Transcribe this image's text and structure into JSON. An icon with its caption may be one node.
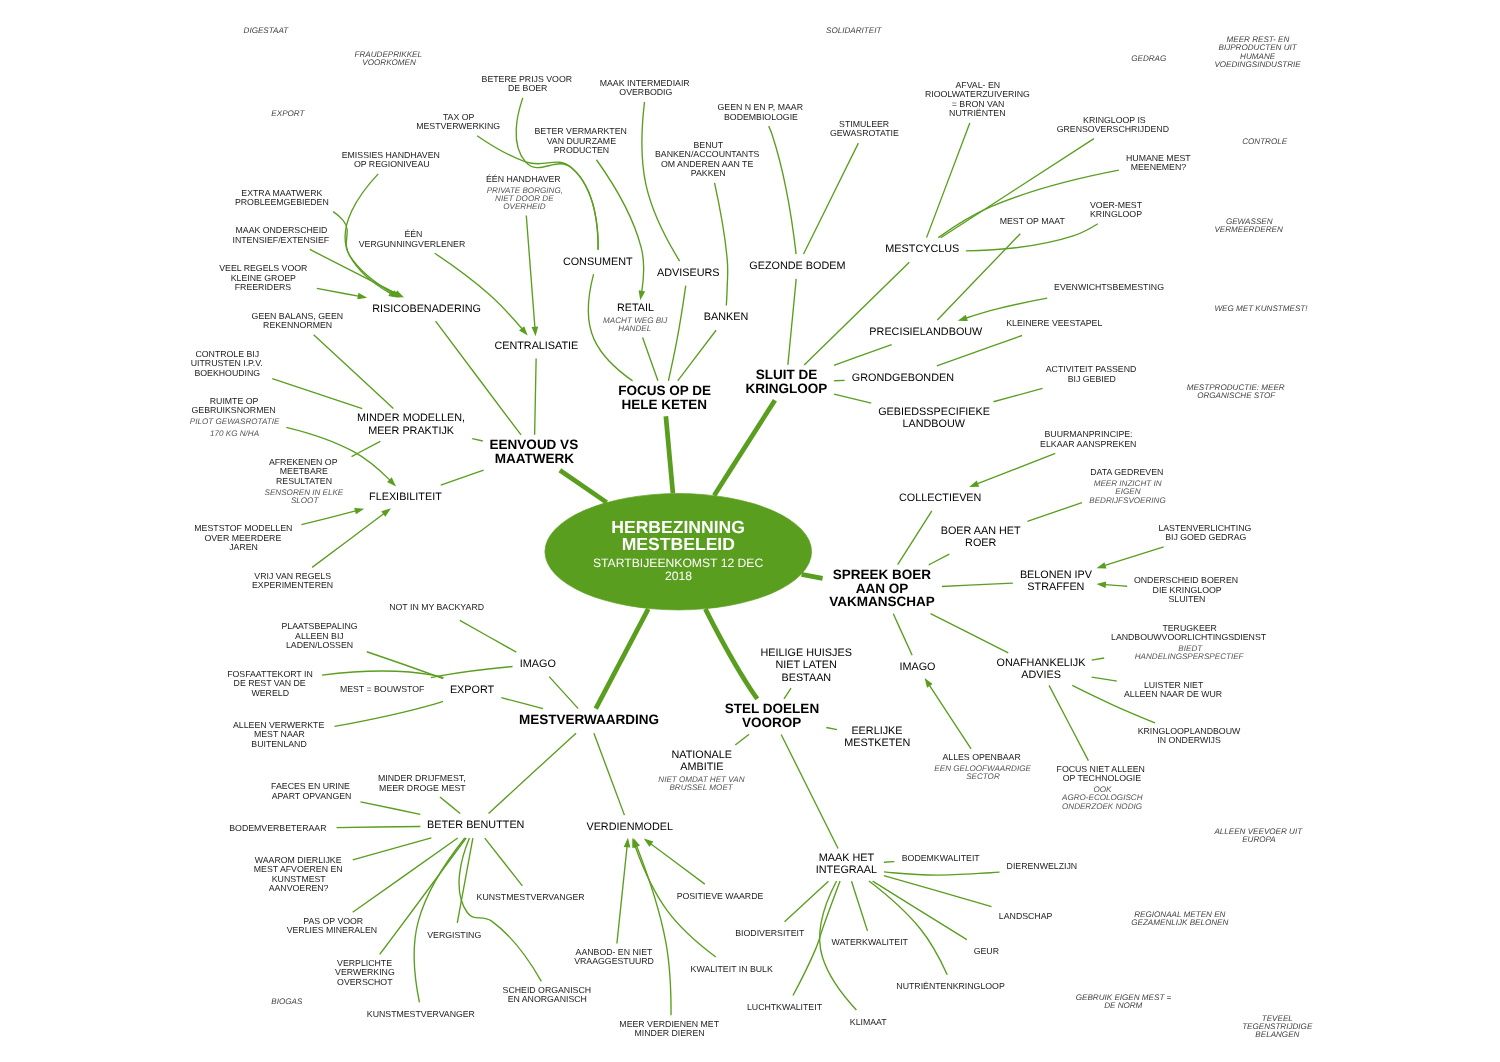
{
  "diagram": {
    "nodes": [
      {
        "text": [
          "HERBEZINNING MESTBELEID",
          "STARTBIJEENKOMST 12 DEC 2018"
        ]
      },
      {
        "text": [
          "STEL DOELEN VOOROP"
        ]
      },
      {
        "text": [
          "NATIONALE AMBITIE"
        ],
        "beside": [
          "NIET OMDAT HET VAN BRUSSEL MOET"
        ]
      },
      {
        "text": [
          "MAAK HET INTEGRAAL"
        ]
      },
      {
        "text": [
          "BODEMKWALITEIT"
        ]
      },
      {
        "text": [
          "WATERKWALITEIT"
        ]
      },
      {
        "text": [
          "LUCHTKWALITEIT"
        ]
      },
      {
        "text": [
          "LANDSCHAP"
        ]
      },
      {
        "text": [
          "KLIMAAT"
        ]
      },
      {
        "text": [
          "GEUR"
        ]
      },
      {
        "text": [
          "NUTRIËNTENKRINGLOOP"
        ]
      },
      {
        "text": [
          "BIODIVERSITEIT"
        ]
      },
      {
        "text": [
          "DIERENWELZIJN"
        ]
      },
      {
        "text": [
          "EERLIJKE MESTKETEN"
        ]
      },
      {
        "text": [
          "HEILIGE HUISJES NIET LATEN BESTAAN"
        ]
      },
      {
        "text": [
          "FOCUS OP DE HELE KETEN"
        ]
      },
      {
        "text": [
          "RETAIL"
        ],
        "beside": [
          "MACHT WEG BIJ HANDEL"
        ]
      },
      {
        "text": [
          "BETER VERMARKTEN VAN DUURZAME PRODUCTEN"
        ]
      },
      {
        "text": [
          "CONSUMENT"
        ]
      },
      {
        "text": [
          "BETERE PRIJS VOOR DE BOER"
        ]
      },
      {
        "text": [
          "TAX OP MESTVERWERKING"
        ]
      },
      {
        "text": [
          "BANKEN"
        ]
      },
      {
        "text": [
          "BENUT BANKEN/ACCOUNTANTS OM ANDEREN AAN TE PAKKEN"
        ]
      },
      {
        "text": [
          "ADVISEURS"
        ]
      },
      {
        "text": [
          "MAAK INTERMEDIAIR OVERBODIG"
        ]
      },
      {
        "text": [
          "SPREEK BOER AAN OP VAKMANSCHAP"
        ]
      },
      {
        "text": [
          "BOER AAN HET ROER"
        ]
      },
      {
        "text": [
          "DATA GEDREVEN"
        ],
        "beside": [
          "MEER INZICHT IN EIGEN BEDRIJFSVOERING"
        ]
      },
      {
        "text": [
          "ONAFHANKELIJK ADVIES"
        ]
      },
      {
        "text": [
          "KRINGLOOPLANDBOUW IN ONDERWIJS"
        ]
      },
      {
        "text": [
          "TERUGKEER LANDBOUWVOORLICHTINGSDIENST"
        ],
        "beside": [
          "BIEDT HANDELINGSPERSPECTIEF"
        ]
      },
      {
        "text": [
          "LUISTER NIET ALLEEN NAAR DE WUR"
        ]
      },
      {
        "text": [
          "FOCUS NIET ALLEEN OP TECHNOLOGIE"
        ],
        "beside": [
          "OOK AGRO-ECOLOGISCH ONDERZOEK NODIG"
        ]
      },
      {
        "text": [
          "BELONEN IPV STRAFFEN"
        ]
      },
      {
        "text": [
          "LASTENVERLICHTING BIJ GOED GEDRAG"
        ]
      },
      {
        "text": [
          "ONDERSCHEID BOEREN DIE KRINGLOOP SLUITEN"
        ]
      },
      {
        "text": [
          "COLLECTIEVEN"
        ]
      },
      {
        "text": [
          "BUURMANPRINCIPE: ELKAAR AANSPREKEN"
        ]
      },
      {
        "text": [
          "IMAGO"
        ]
      },
      {
        "text": [
          "ALLES OPENBAAR"
        ],
        "beside": [
          "EEN GELOOFWAARDIGE SECTOR"
        ]
      },
      {
        "text": [
          "SLUIT DE KRINGLOOP"
        ]
      },
      {
        "text": [
          "GEZONDE BODEM"
        ]
      },
      {
        "text": [
          "GEEN N EN P, MAAR BODEMBIOLOGIE"
        ]
      },
      {
        "text": [
          "STIMULEER GEWASROTATIE"
        ]
      },
      {
        "text": [
          "GRONDGEBONDEN"
        ]
      },
      {
        "text": [
          "KLEINERE VEESTAPEL"
        ]
      },
      {
        "text": [
          "GEBIEDSSPECIFIEKE LANDBOUW"
        ]
      },
      {
        "text": [
          "ACTIVITEIT PASSEND BIJ GEBIED"
        ]
      },
      {
        "text": [
          "MESTCYCLUS"
        ]
      },
      {
        "text": [
          "VOER-MEST KRINGLOOP"
        ]
      },
      {
        "text": [
          "AFVAL- EN RIOOLWATERZUIVERING = BRON VAN NUTRIËNTEN"
        ]
      },
      {
        "text": [
          "HUMANE MEST MEENEMEN?"
        ]
      },
      {
        "text": [
          "KRINGLOOP IS GRENSOVERSCHRIJDEND"
        ]
      },
      {
        "text": [
          "PRECISIELANDBOUW"
        ]
      },
      {
        "text": [
          "MEST OP MAAT"
        ]
      },
      {
        "text": [
          "EVENWICHTSBEMESTING"
        ]
      },
      {
        "text": [
          "MESTVERWAARDING"
        ]
      },
      {
        "text": [
          "EXPORT"
        ]
      },
      {
        "text": [
          "PLAATSBEPALING ALLEEN BIJ LADEN/LOSSEN"
        ]
      },
      {
        "text": [
          "ALLEEN VERWERKTE MEST NAAR BUITENLAND"
        ]
      },
      {
        "text": [
          "FOSFAATTEKORT IN DE REST VAN DE WERELD"
        ]
      },
      {
        "text": [
          "IMAGO"
        ]
      },
      {
        "text": [
          "MEST = BOUWSTOF"
        ]
      },
      {
        "text": [
          "NOT IN MY BACKYARD"
        ]
      },
      {
        "text": [
          "BETER BENUTTEN"
        ]
      },
      {
        "text": [
          "PAS OP VOOR VERLIES MINERALEN"
        ]
      },
      {
        "text": [
          "VERGISTING"
        ]
      },
      {
        "text": [
          "KUNSTMESTVERVANGER"
        ]
      },
      {
        "text": [
          "SCHEID ORGANISCH EN ANORGANISCH"
        ]
      },
      {
        "text": [
          "BODEMVERBETERAAR"
        ]
      },
      {
        "text": [
          "KUNSTMESTVERVANGER"
        ]
      },
      {
        "text": [
          "MINDER DRIJFMEST, MEER DROGE MEST"
        ]
      },
      {
        "text": [
          "FAECES EN URINE APART OPVANGEN"
        ]
      },
      {
        "text": [
          "WAAROM DIERLIJKE MEST AFVOEREN EN KUNSTMEST AANVOEREN?"
        ]
      },
      {
        "text": [
          "VERPLICHTE VERWERKING OVERSCHOT"
        ]
      },
      {
        "text": [
          "VERDIENMODEL"
        ]
      },
      {
        "text": [
          "POSITIEVE WAARDE"
        ]
      },
      {
        "text": [
          "MEER VERDIENEN MET MINDER DIEREN"
        ]
      },
      {
        "text": [
          "AANBOD- EN NIET VRAAGGESTUURD"
        ]
      },
      {
        "text": [
          "KWALITEIT IN BULK"
        ]
      },
      {
        "text": [
          "EENVOUD VS MAATWERK"
        ]
      },
      {
        "text": [
          "MINDER MODELLEN, MEER PRAKTIJK"
        ]
      },
      {
        "text": [
          "GEEN BALANS, GEEN REKENNORMEN"
        ]
      },
      {
        "text": [
          "AFREKENEN OP MEETBARE RESULTATEN"
        ],
        "beside": [
          "SENSOREN IN ELKE SLOOT"
        ]
      },
      {
        "text": [
          "CONTROLE BIJ UITRUSTEN I.P.V. BOEKHOUDING"
        ]
      },
      {
        "text": [
          "CENTRALISATIE"
        ]
      },
      {
        "text": [
          "ÉÉN HANDHAVER"
        ],
        "beside": [
          "PRIVATE BORGING, NIET DOOR DE OVERHEID"
        ]
      },
      {
        "text": [
          "ÉÉN VERGUNNINGVERLENER"
        ]
      },
      {
        "text": [
          "RISICOBENADERING"
        ]
      },
      {
        "text": [
          "VEEL REGELS VOOR KLEINE GROEP FREERIDERS"
        ]
      },
      {
        "text": [
          "EXTRA MAATWERK PROBLEEMGEBIEDEN"
        ]
      },
      {
        "text": [
          "MAAK ONDERSCHEID INTENSIEF/EXTENSIEF"
        ]
      },
      {
        "text": [
          "EMISSIES HANDHAVEN OP REGIONIVEAU"
        ]
      },
      {
        "text": [
          "FLEXIBILITEIT"
        ]
      },
      {
        "text": [
          "RUIMTE OP GEBRUIKSNORMEN"
        ],
        "beside": [
          "PILOT GEWASROTATIE",
          "170 KG N/HA"
        ]
      },
      {
        "text": [
          "MESTSTOF MODELLEN OVER MEERDERE JAREN"
        ]
      },
      {
        "text": [
          "VRIJ VAN REGELS EXPERIMENTEREN"
        ]
      }
    ],
    "edges": [
      {
        "from": 0,
        "to": 1,
        "arrow": "none",
        "style": "thick"
      },
      {
        "from": 0,
        "to": 15,
        "arrow": "none",
        "style": "thick"
      },
      {
        "from": 0,
        "to": 25,
        "arrow": "none",
        "style": "thick"
      },
      {
        "from": 0,
        "to": 40,
        "arrow": "none",
        "style": "thick"
      },
      {
        "from": 0,
        "to": 56,
        "arrow": "none",
        "style": "thick"
      },
      {
        "from": 0,
        "to": 80,
        "arrow": "none",
        "style": "thick"
      },
      {
        "from": 1,
        "to": 2,
        "arrow": "none"
      },
      {
        "from": 1,
        "to": 3,
        "arrow": "none"
      },
      {
        "from": 1,
        "to": 13,
        "arrow": "none"
      },
      {
        "from": 1,
        "to": 14,
        "arrow": "none"
      },
      {
        "from": 3,
        "to": 4,
        "arrow": "none"
      },
      {
        "from": 3,
        "to": 5,
        "arrow": "none"
      },
      {
        "from": 3,
        "to": 6,
        "arrow": "none"
      },
      {
        "from": 3,
        "to": 7,
        "arrow": "none"
      },
      {
        "from": 3,
        "to": 8,
        "arrow": "none"
      },
      {
        "from": 3,
        "to": 9,
        "arrow": "none"
      },
      {
        "from": 3,
        "to": 10,
        "arrow": "none"
      },
      {
        "from": 3,
        "to": 11,
        "arrow": "none"
      },
      {
        "from": 3,
        "to": 12,
        "arrow": "none"
      },
      {
        "from": 15,
        "to": 16,
        "arrow": "none"
      },
      {
        "from": 15,
        "to": 18,
        "arrow": "none"
      },
      {
        "from": 15,
        "to": 21,
        "arrow": "none"
      },
      {
        "from": 15,
        "to": 23,
        "arrow": "none"
      },
      {
        "from": 17,
        "to": 16,
        "arrow": "to"
      },
      {
        "from": 18,
        "to": 19,
        "arrow": "none"
      },
      {
        "from": 18,
        "to": 20,
        "arrow": "none"
      },
      {
        "from": 21,
        "to": 22,
        "arrow": "none"
      },
      {
        "from": 23,
        "to": 24,
        "arrow": "none"
      },
      {
        "from": 25,
        "to": 26,
        "arrow": "none"
      },
      {
        "from": 25,
        "to": 28,
        "arrow": "none"
      },
      {
        "from": 25,
        "to": 33,
        "arrow": "none"
      },
      {
        "from": 25,
        "to": 36,
        "arrow": "none"
      },
      {
        "from": 25,
        "to": 38,
        "arrow": "none"
      },
      {
        "from": 26,
        "to": 27,
        "arrow": "none"
      },
      {
        "from": 28,
        "to": 29,
        "arrow": "none"
      },
      {
        "from": 28,
        "to": 30,
        "arrow": "none"
      },
      {
        "from": 28,
        "to": 31,
        "arrow": "none"
      },
      {
        "from": 28,
        "to": 32,
        "arrow": "none"
      },
      {
        "from": 34,
        "to": 33,
        "arrow": "to"
      },
      {
        "from": 35,
        "to": 33,
        "arrow": "to"
      },
      {
        "from": 37,
        "to": 36,
        "arrow": "to"
      },
      {
        "from": 39,
        "to": 38,
        "arrow": "to"
      },
      {
        "from": 40,
        "to": 41,
        "arrow": "none"
      },
      {
        "from": 40,
        "to": 44,
        "arrow": "none"
      },
      {
        "from": 40,
        "to": 46,
        "arrow": "none"
      },
      {
        "from": 40,
        "to": 48,
        "arrow": "none"
      },
      {
        "from": 40,
        "to": 53,
        "arrow": "none"
      },
      {
        "from": 41,
        "to": 42,
        "arrow": "none"
      },
      {
        "from": 41,
        "to": 43,
        "arrow": "none"
      },
      {
        "from": 44,
        "to": 45,
        "arrow": "none"
      },
      {
        "from": 46,
        "to": 47,
        "arrow": "none"
      },
      {
        "from": 48,
        "to": 49,
        "arrow": "none"
      },
      {
        "from": 48,
        "to": 50,
        "arrow": "none"
      },
      {
        "from": 48,
        "to": 51,
        "arrow": "none"
      },
      {
        "from": 48,
        "to": 52,
        "arrow": "none"
      },
      {
        "from": 53,
        "to": 54,
        "arrow": "none"
      },
      {
        "from": 55,
        "to": 53,
        "arrow": "to"
      },
      {
        "from": 56,
        "to": 57,
        "arrow": "none"
      },
      {
        "from": 56,
        "to": 61,
        "arrow": "none"
      },
      {
        "from": 56,
        "to": 64,
        "arrow": "none"
      },
      {
        "from": 56,
        "to": 75,
        "arrow": "none"
      },
      {
        "from": 57,
        "to": 58,
        "arrow": "none"
      },
      {
        "from": 57,
        "to": 59,
        "arrow": "none"
      },
      {
        "from": 57,
        "to": 60,
        "arrow": "none"
      },
      {
        "from": 61,
        "to": 62,
        "arrow": "none"
      },
      {
        "from": 61,
        "to": 63,
        "arrow": "none"
      },
      {
        "from": 64,
        "to": 65,
        "arrow": "none"
      },
      {
        "from": 64,
        "to": 66,
        "arrow": "none"
      },
      {
        "from": 64,
        "to": 67,
        "arrow": "none"
      },
      {
        "from": 64,
        "to": 68,
        "arrow": "none"
      },
      {
        "from": 64,
        "to": 69,
        "arrow": "none"
      },
      {
        "from": 64,
        "to": 70,
        "arrow": "none"
      },
      {
        "from": 64,
        "to": 71,
        "arrow": "none"
      },
      {
        "from": 64,
        "to": 72,
        "arrow": "none"
      },
      {
        "from": 64,
        "to": 73,
        "arrow": "none"
      },
      {
        "from": 64,
        "to": 74,
        "arrow": "none"
      },
      {
        "from": 76,
        "to": 75,
        "arrow": "to"
      },
      {
        "from": 77,
        "to": 75,
        "arrow": "to"
      },
      {
        "from": 78,
        "to": 75,
        "arrow": "to"
      },
      {
        "from": 79,
        "to": 75,
        "arrow": "to"
      },
      {
        "from": 80,
        "to": 81,
        "arrow": "none"
      },
      {
        "from": 80,
        "to": 85,
        "arrow": "none"
      },
      {
        "from": 80,
        "to": 88,
        "arrow": "none"
      },
      {
        "from": 80,
        "to": 93,
        "arrow": "none"
      },
      {
        "from": 81,
        "to": 82,
        "arrow": "none"
      },
      {
        "from": 81,
        "to": 83,
        "arrow": "none"
      },
      {
        "from": 81,
        "to": 84,
        "arrow": "none"
      },
      {
        "from": 86,
        "to": 85,
        "arrow": "to"
      },
      {
        "from": 87,
        "to": 85,
        "arrow": "to"
      },
      {
        "from": 89,
        "to": 88,
        "arrow": "to"
      },
      {
        "from": 90,
        "to": 88,
        "arrow": "to"
      },
      {
        "from": 91,
        "to": 88,
        "arrow": "to"
      },
      {
        "from": 92,
        "to": 88,
        "arrow": "to"
      },
      {
        "from": 94,
        "to": 93,
        "arrow": "to"
      },
      {
        "from": 95,
        "to": 93,
        "arrow": "to"
      },
      {
        "from": 96,
        "to": 93,
        "arrow": "to"
      }
    ],
    "labels": [
      "GEDRAG",
      "CONTROLE",
      "REGIONAAL METEN EN GEZAMENLIJK BELONEN",
      "SOLIDARITEIT",
      "MESTPRODUCTIE: MEER ORGANISCHE STOF",
      "GEWASSEN VERMEERDEREN",
      "GEBRUIK EIGEN MEST = DE NORM",
      "ALLEEN VEEVOER UIT EUROPA",
      "MEER REST- EN BIJPRODUCTEN UIT HUMANE VOEDINGSINDUSTRIE",
      "EXPORT",
      "BIOGAS",
      "DIGESTAAT",
      "FRAUDEPRIKKEL VOORKOMEN",
      "WEG MET KUNSTMEST!",
      "TEVEEL TEGENSTRIJDIGE BELANGEN"
    ]
  }
}
